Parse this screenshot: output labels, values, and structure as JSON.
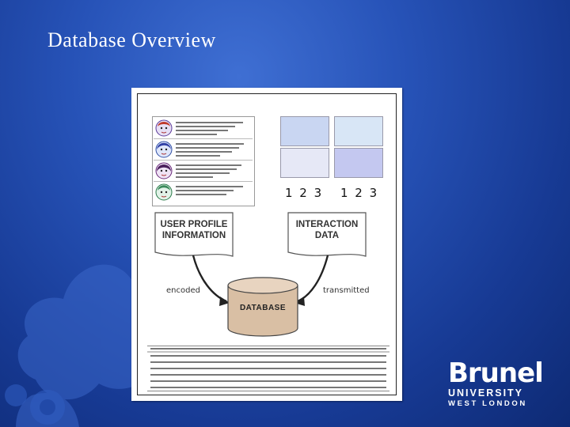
{
  "slide": {
    "title": "Database Overview"
  },
  "logo": {
    "word": "Brunel",
    "line1": "UNIVERSITY",
    "line2": "WEST LONDON"
  },
  "diagram": {
    "profile_box": [
      "USER PROFILE",
      "INFORMATION"
    ],
    "interaction_box": [
      "INTERACTION",
      "DATA"
    ],
    "encoded_label": "encoded",
    "transmitted_label": "transmitted",
    "database_label": "DATABASE",
    "ui_numbers": [
      "1 2 3",
      "1 2 3"
    ]
  },
  "colors": {
    "background": "#1d45a6",
    "ui_light_blue": "#c9d6f2",
    "ui_lavender": "#c4c8f0",
    "database_fill": "#d9bfa4"
  },
  "icons": [
    "face-icon",
    "brunel-emblem"
  ]
}
